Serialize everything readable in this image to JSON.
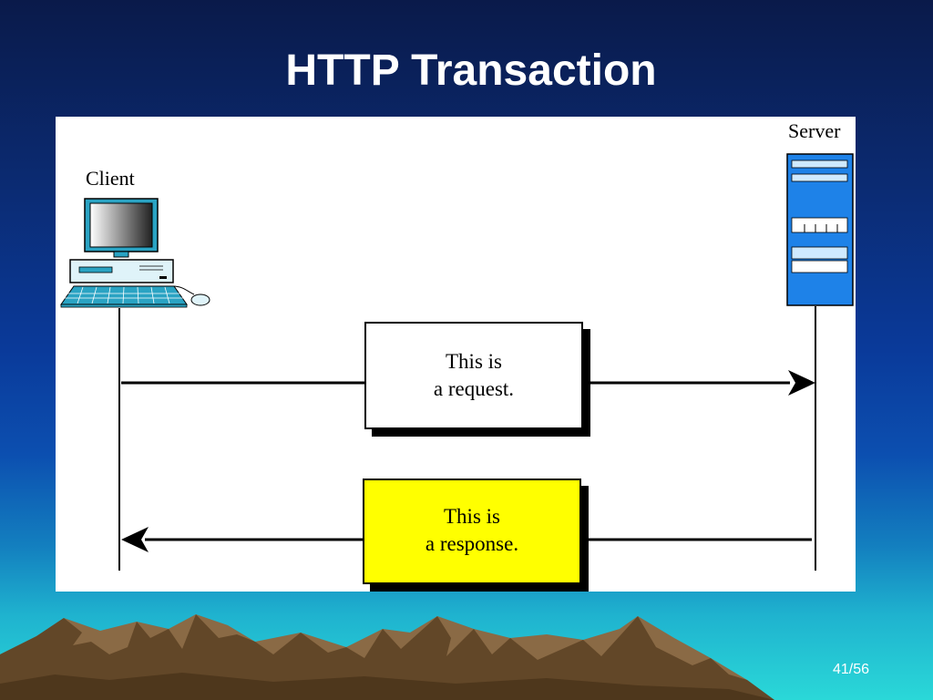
{
  "slide": {
    "title": "HTTP Transaction",
    "page_number": "41/56"
  },
  "diagram": {
    "client_label": "Client",
    "server_label": "Server",
    "request_box": {
      "line1": "This is",
      "line2": "a request.",
      "fill": "#ffffff"
    },
    "response_box": {
      "line1": "This is",
      "line2": "a response.",
      "fill": "#ffff00"
    }
  },
  "colors": {
    "server": "#1e82e8",
    "monitor": "#2aa3c3",
    "computer": "#dff3f9"
  }
}
